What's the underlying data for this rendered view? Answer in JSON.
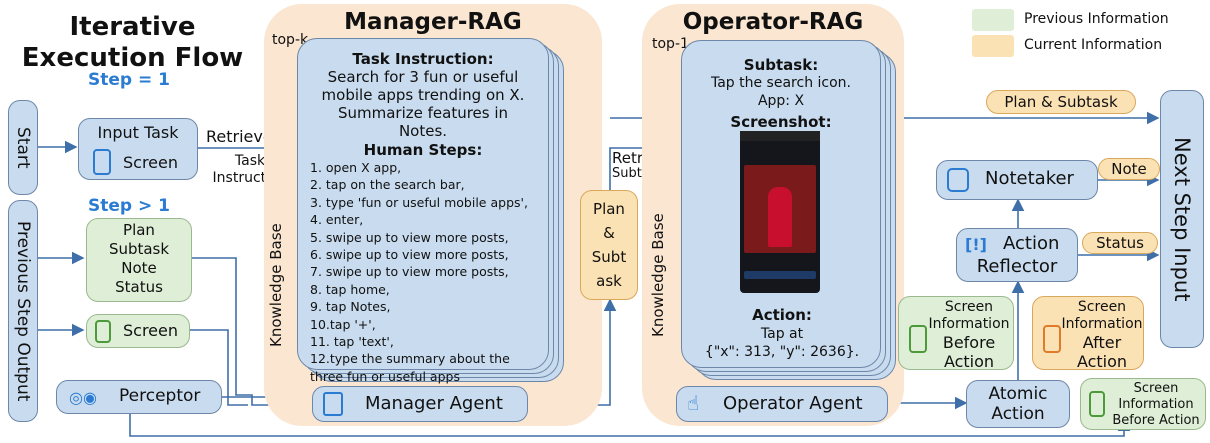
{
  "title": "Iterative Execution Flow",
  "legend": {
    "previous": "Previous Information",
    "current": "Current Information"
  },
  "left": {
    "start": "Start",
    "step1": "Step = 1",
    "input_task": "Input Task",
    "screen": "Screen",
    "step_gt1": "Step > 1",
    "prev_lines": [
      "Plan",
      "Subtask",
      "Note",
      "Status"
    ],
    "prev_output": "Previous Step Output",
    "screen2": "Screen",
    "perceptor": "Perceptor"
  },
  "retrieve1": "Retrieve",
  "task_instruction_edge": [
    "Task",
    "Instruction"
  ],
  "manager_rag": {
    "title": "Manager-RAG",
    "topk": "top-k",
    "kb": "Knowledge Base",
    "task_title": "Task Instruction:",
    "task_lines": [
      "Search for 3 fun or useful",
      "mobile apps trending on X.",
      "Summarize features in",
      "Notes."
    ],
    "human_title": "Human Steps:",
    "human_steps": [
      "1.  open X app,",
      "2.  tap on the search bar,",
      "3.  type 'fun or useful mobile apps',",
      "4.  enter,",
      "5.  swipe up to view more posts,",
      "6.  swipe up to view more posts,",
      "7.  swipe up to view more posts,",
      "8.  tap home,",
      "9.  tap Notes,",
      "10.tap '+',",
      "11. tap 'text',",
      "12.type the summary about the",
      "      three fun or useful apps"
    ]
  },
  "manager_agent": "Manager Agent",
  "retrieve2": [
    "Retrieve",
    "Subtask"
  ],
  "plan_box": [
    "Plan",
    "&",
    "Subt",
    "ask"
  ],
  "operator_rag": {
    "title": "Operator-RAG",
    "top1": "top-1",
    "kb": "Knowledge Base",
    "subtask_title": "Subtask:",
    "subtask_lines": [
      "Tap the search icon.",
      "App: X"
    ],
    "screenshot_title": "Screenshot:",
    "action_title": "Action:",
    "action_lines": [
      "Tap at",
      "{\"x\": 313, \"y\": 2636}."
    ]
  },
  "operator_agent": "Operator Agent",
  "right": {
    "plan_subtask": "Plan & Subtask",
    "note": "Note",
    "status": "Status",
    "notetaker": "Notetaker",
    "action_reflector": [
      "Action",
      "Reflector"
    ],
    "screen_before": [
      "Screen",
      "Information",
      "Before",
      "Action"
    ],
    "screen_after": [
      "Screen",
      "Information",
      "After",
      "Action"
    ],
    "atomic_action": [
      "Atomic",
      "Action"
    ],
    "screen_before2": [
      "Screen",
      "Information",
      "Before Action"
    ],
    "next_step": "Next Step Input"
  },
  "colors": {
    "previous": "#dfeed6",
    "current": "#fbe2b4",
    "agent_blue": "#c9dcef",
    "rag_bg": "#fbe6d2",
    "arrow": "#3f6fa8"
  }
}
